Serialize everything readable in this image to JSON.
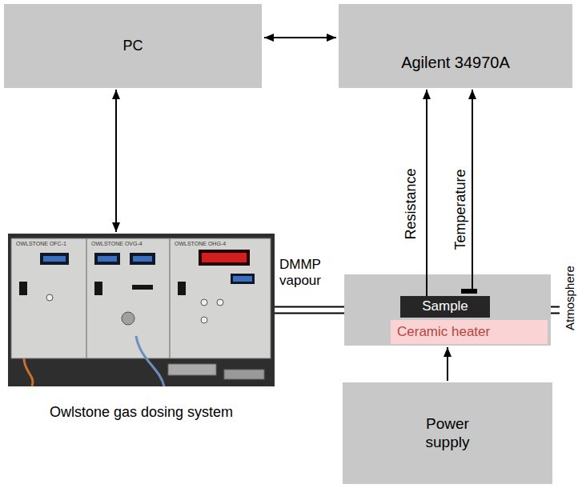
{
  "diagram": {
    "nodes": [
      {
        "text": [
          "PC"
        ]
      },
      {
        "text": [
          "Agilent 34970A"
        ]
      },
      {
        "text": [
          "Owlstone gas dosing system"
        ]
      },
      {
        "text": []
      },
      {
        "text": [
          "Sample"
        ],
        "in": 3
      },
      {
        "text": [
          "Ceramic heater"
        ],
        "in": 3
      },
      {
        "text": [
          "Power supply"
        ]
      }
    ],
    "edges": [
      {
        "from": 0,
        "to": 1,
        "arrow": "both"
      },
      {
        "from": 0,
        "to": 2,
        "arrow": "both"
      },
      {
        "from": 4,
        "to": 1,
        "arrow": "to",
        "label": "Resistance"
      },
      {
        "from": 3,
        "to": 1,
        "arrow": "to",
        "label": "Temperature"
      },
      {
        "from": 2,
        "to": 3,
        "arrow": "none",
        "label": "DMMP vapour"
      },
      {
        "from": 6,
        "to": 3,
        "arrow": "to"
      }
    ],
    "labels": [
      "OWLSTONE OFC-1",
      "OWLSTONE OVG-4",
      "OWLSTONE OHG-4",
      "Atmosphere"
    ]
  }
}
